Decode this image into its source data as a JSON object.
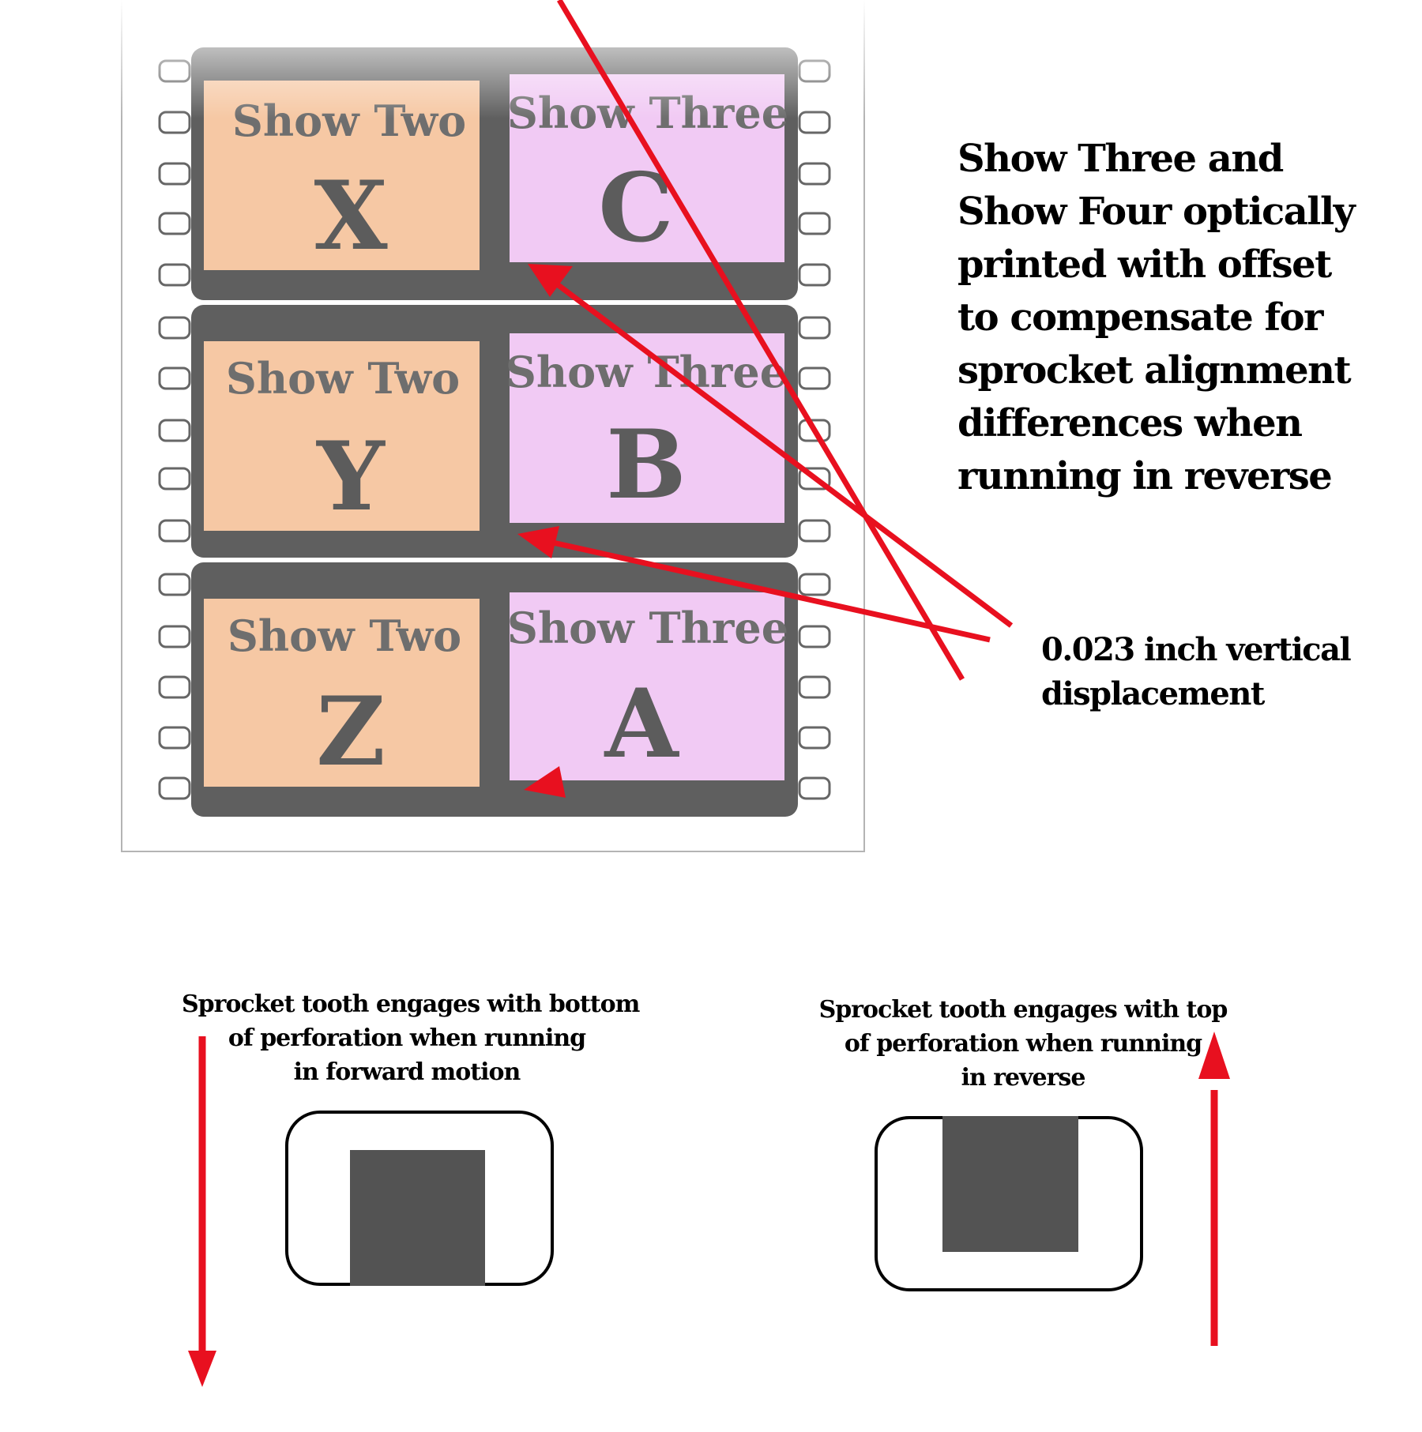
{
  "film_strip": {
    "frames": [
      {
        "left_show": "Show Two",
        "left_letter": "X",
        "right_show": "Show Three",
        "right_letter": "C"
      },
      {
        "left_show": "Show Two",
        "left_letter": "Y",
        "right_show": "Show Three",
        "right_letter": "B"
      },
      {
        "left_show": "Show Two",
        "left_letter": "Z",
        "right_show": "Show Three",
        "right_letter": "A"
      }
    ]
  },
  "heading_lines": [
    "Show Three and",
    "Show Four optically",
    "printed with offset",
    "to compensate for",
    "sprocket alignment",
    "differences when",
    "running in reverse"
  ],
  "displacement_lines": [
    "0.023 inch vertical",
    "displacement"
  ],
  "forward_caption_lines": [
    "Sprocket tooth engages with bottom",
    "of perforation when running",
    "in forward motion"
  ],
  "reverse_caption_lines": [
    "Sprocket tooth engages with top",
    "of perforation when running",
    "in reverse"
  ],
  "colors": {
    "film": "#5f5f5f",
    "show_two_fill": "#f6c8a4",
    "show_three_fill": "#f1caf4",
    "frame_text": "#6e6e6e",
    "arrow": "#e8101f",
    "tooth": "#535353"
  }
}
